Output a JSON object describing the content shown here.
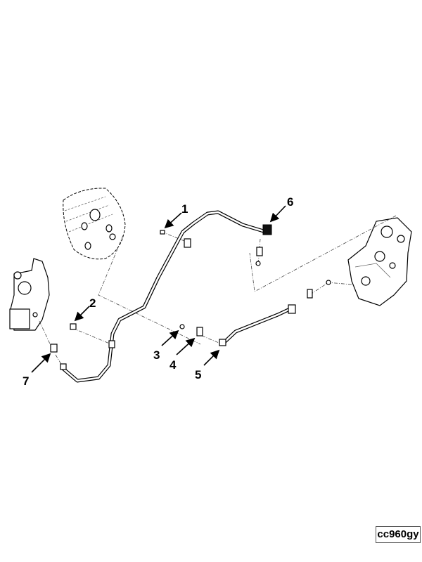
{
  "diagram": {
    "callouts": [
      "1",
      "2",
      "3",
      "4",
      "5",
      "6",
      "7"
    ],
    "figure_code": "cc960gy"
  }
}
